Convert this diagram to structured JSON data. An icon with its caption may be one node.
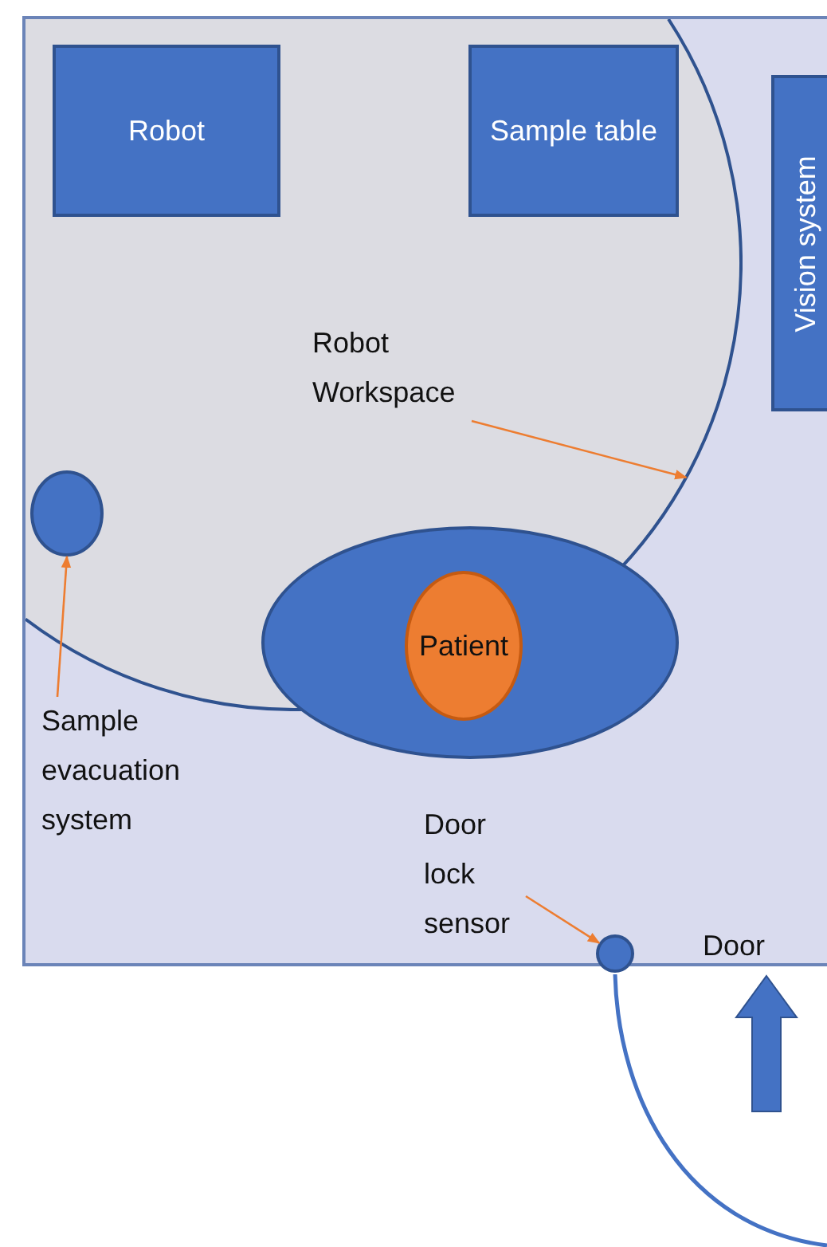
{
  "diagram": {
    "nodes": [
      {
        "text": [],
        "shape": "box"
      },
      {
        "text": [],
        "shape": "circle",
        "in": 0
      },
      {
        "text": [
          "Robot"
        ],
        "in": 1
      },
      {
        "text": [
          "Sample table"
        ],
        "in": 1
      },
      {
        "text": [
          "Vision system"
        ],
        "in": 0
      },
      {
        "text": [
          "Robot Workspace"
        ],
        "in": 1
      },
      {
        "text": [],
        "shape": "circle",
        "in": 1
      },
      {
        "text": [
          "Sample evacuation system"
        ],
        "in": 0
      },
      {
        "text": [],
        "shape": "circle",
        "in": 0
      },
      {
        "text": [
          "Patient"
        ],
        "in": 8
      },
      {
        "text": [
          "Door lock sensor"
        ],
        "in": 0
      },
      {
        "text": [],
        "shape": "circle"
      }
    ],
    "edges": [
      {
        "from": 5,
        "to": 1,
        "arrow": "to"
      },
      {
        "from": 7,
        "to": 6,
        "arrow": "to"
      },
      {
        "from": 10,
        "to": 11,
        "arrow": "to"
      }
    ],
    "labels": [
      "Door"
    ]
  }
}
